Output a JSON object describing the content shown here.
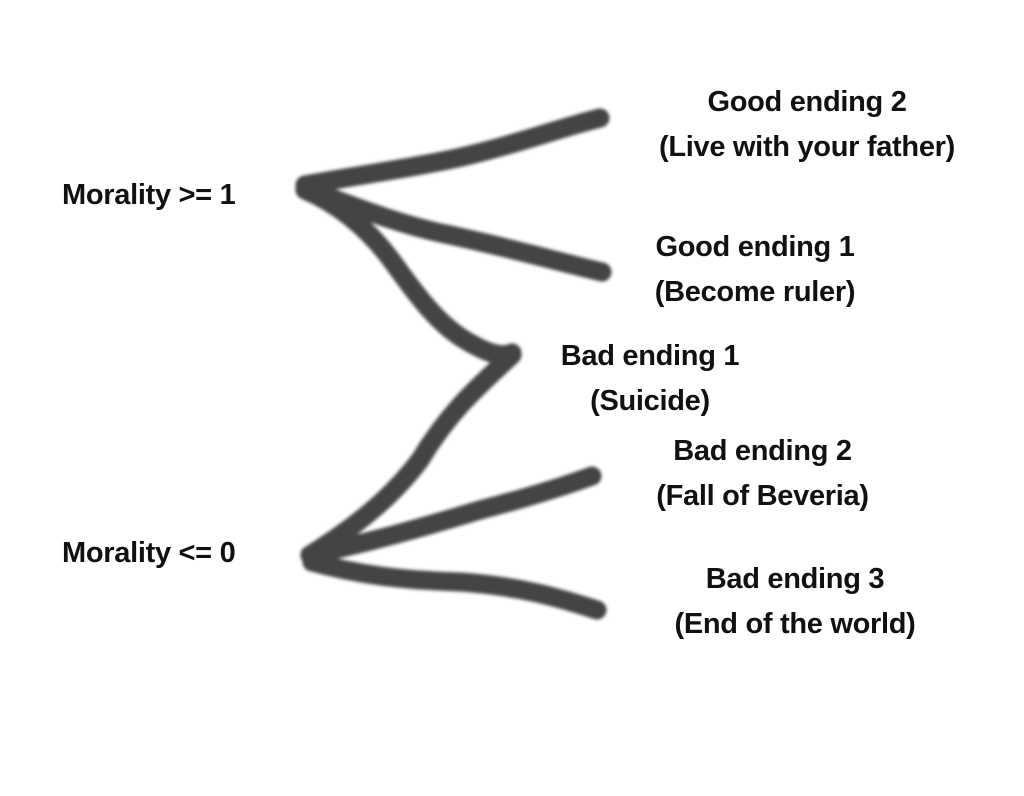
{
  "conditions": [
    {
      "label": "Morality >= 1"
    },
    {
      "label": "Morality <= 0"
    }
  ],
  "endings": [
    {
      "title": "Good ending 2",
      "subtitle": "(Live with your father)"
    },
    {
      "title": "Good ending 1",
      "subtitle": "(Become ruler)"
    },
    {
      "title": "Bad ending 1",
      "subtitle": "(Suicide)"
    },
    {
      "title": "Bad ending 2",
      "subtitle": "(Fall of Beveria)"
    },
    {
      "title": "Bad ending 3",
      "subtitle": "(End of the world)"
    }
  ],
  "edges": [
    {
      "from": "Morality >= 1",
      "to": "Good ending 2"
    },
    {
      "from": "Morality >= 1",
      "to": "Good ending 1"
    },
    {
      "from": "Morality >= 1",
      "to": "Bad ending 1"
    },
    {
      "from": "Morality <= 0",
      "to": "Bad ending 1"
    },
    {
      "from": "Morality <= 0",
      "to": "Bad ending 2"
    },
    {
      "from": "Morality <= 0",
      "to": "Bad ending 3"
    }
  ],
  "stroke_color": "#3a3a3a"
}
